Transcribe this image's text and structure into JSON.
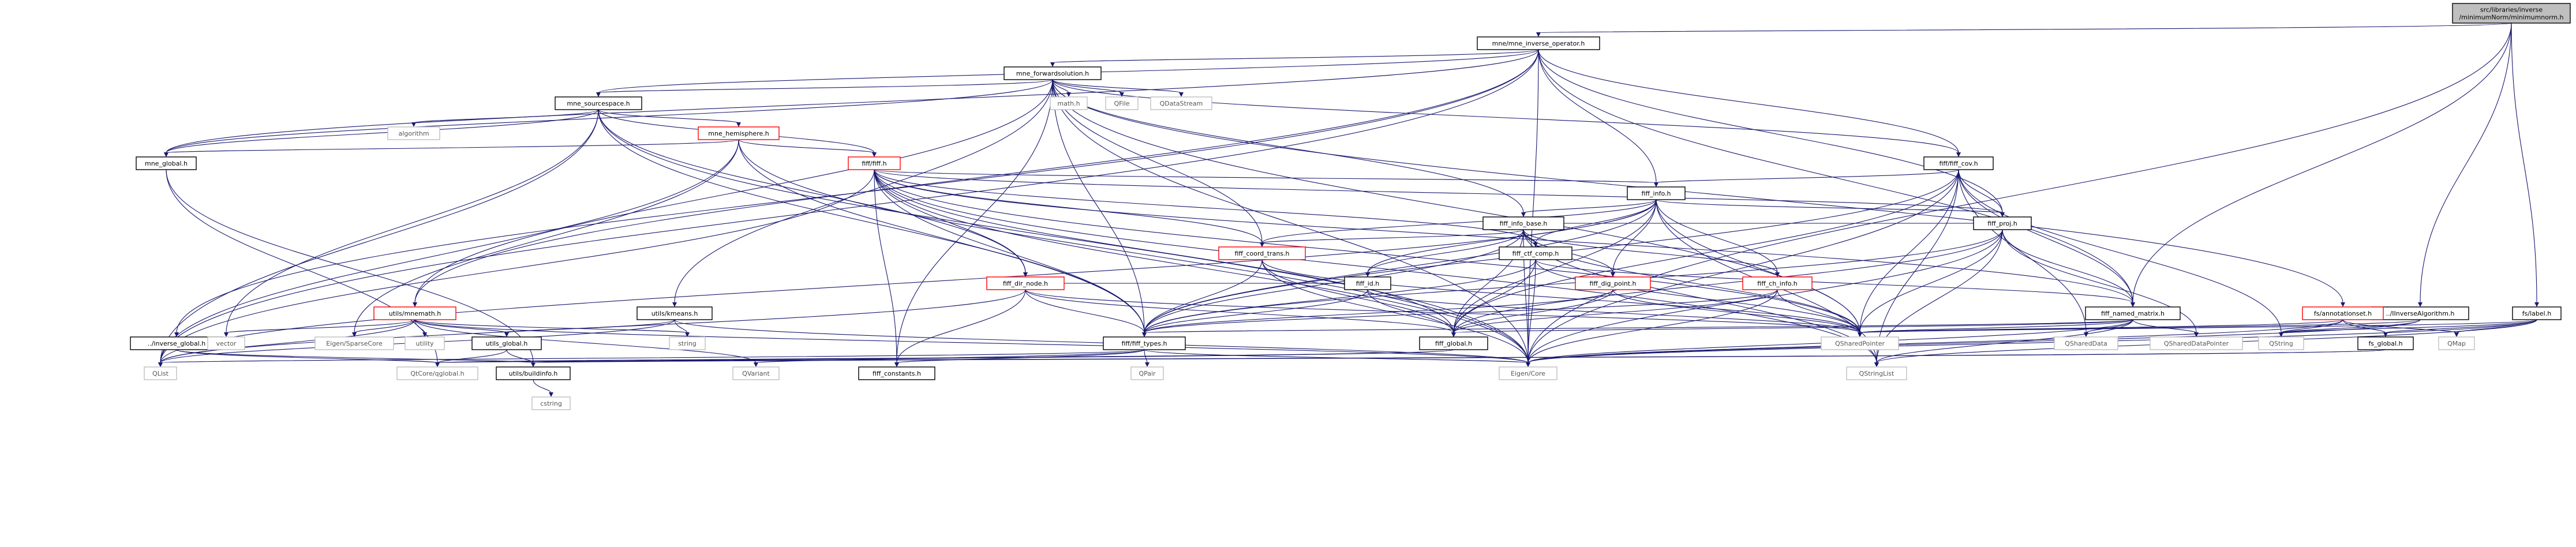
{
  "graph": {
    "colors": {
      "edge": "#191970",
      "documented_border": "#000000",
      "red_border": "#ff0000",
      "external_border": "#bfbfbf",
      "root_fill": "#bfbfbf"
    },
    "nodes": [
      {
        "id": "root",
        "label": [
          "src/libraries/inverse",
          "/minimumNorm/minimumnorm.h"
        ],
        "style": "root"
      },
      {
        "id": "mne_inverse_operator",
        "label": [
          "mne/mne_inverse_operator.h"
        ],
        "style": "doc"
      },
      {
        "id": "mne_forwardsolution",
        "label": [
          "mne_forwardsolution.h"
        ],
        "style": "doc"
      },
      {
        "id": "mne_sourcespace",
        "label": [
          "mne_sourcespace.h"
        ],
        "style": "doc"
      },
      {
        "id": "mne_hemisphere",
        "label": [
          "mne_hemisphere.h"
        ],
        "style": "red"
      },
      {
        "id": "mne_global",
        "label": [
          "mne_global.h"
        ],
        "style": "doc"
      },
      {
        "id": "fiff_cov",
        "label": [
          "fiff/fiff_cov.h"
        ],
        "style": "doc"
      },
      {
        "id": "fiff",
        "label": [
          "fiff/fiff.h"
        ],
        "style": "red"
      },
      {
        "id": "fiff_info",
        "label": [
          "fiff_info.h"
        ],
        "style": "doc"
      },
      {
        "id": "fiff_info_base",
        "label": [
          "fiff_info_base.h"
        ],
        "style": "doc"
      },
      {
        "id": "fiff_proj",
        "label": [
          "fiff_proj.h"
        ],
        "style": "doc"
      },
      {
        "id": "fiff_coord_trans",
        "label": [
          "fiff_coord_trans.h"
        ],
        "style": "red"
      },
      {
        "id": "fiff_ctf_comp",
        "label": [
          "fiff_ctf_comp.h"
        ],
        "style": "doc"
      },
      {
        "id": "fiff_dir_node",
        "label": [
          "fiff_dir_node.h"
        ],
        "style": "red"
      },
      {
        "id": "fiff_id",
        "label": [
          "fiff_id.h"
        ],
        "style": "doc"
      },
      {
        "id": "fiff_dig_point",
        "label": [
          "fiff_dig_point.h"
        ],
        "style": "red"
      },
      {
        "id": "fiff_ch_info",
        "label": [
          "fiff_ch_info.h"
        ],
        "style": "red"
      },
      {
        "id": "fiff_named_matrix",
        "label": [
          "fiff_named_matrix.h"
        ],
        "style": "doc"
      },
      {
        "id": "fiff_types",
        "label": [
          "fiff/fiff_types.h"
        ],
        "style": "doc"
      },
      {
        "id": "fiff_global",
        "label": [
          "fiff_global.h"
        ],
        "style": "doc"
      },
      {
        "id": "fiff_constants",
        "label": [
          "fiff_constants.h"
        ],
        "style": "doc"
      },
      {
        "id": "utils_mnemath",
        "label": [
          "utils/mnemath.h"
        ],
        "style": "red"
      },
      {
        "id": "utils_kmeans",
        "label": [
          "utils/kmeans.h"
        ],
        "style": "doc"
      },
      {
        "id": "utils_global",
        "label": [
          "utils_global.h"
        ],
        "style": "doc"
      },
      {
        "id": "utils_buildinfo",
        "label": [
          "utils/buildinfo.h"
        ],
        "style": "doc"
      },
      {
        "id": "inverse_global",
        "label": [
          "../inverse_global.h"
        ],
        "style": "doc"
      },
      {
        "id": "iinverse_algorithm",
        "label": [
          "../IInverseAlgorithm.h"
        ],
        "style": "doc"
      },
      {
        "id": "fs_annotationset",
        "label": [
          "fs/annotationset.h"
        ],
        "style": "red"
      },
      {
        "id": "fs_label",
        "label": [
          "fs/label.h"
        ],
        "style": "doc"
      },
      {
        "id": "fs_global",
        "label": [
          "fs_global.h"
        ],
        "style": "doc"
      },
      {
        "id": "math_h",
        "label": [
          "math.h"
        ],
        "style": "ext"
      },
      {
        "id": "qfile",
        "label": [
          "QFile"
        ],
        "style": "ext"
      },
      {
        "id": "qdatastream",
        "label": [
          "QDataStream"
        ],
        "style": "ext"
      },
      {
        "id": "algorithm",
        "label": [
          "algorithm"
        ],
        "style": "ext"
      },
      {
        "id": "vector",
        "label": [
          "vector"
        ],
        "style": "ext"
      },
      {
        "id": "eigen_sparsecore",
        "label": [
          "Eigen/SparseCore"
        ],
        "style": "ext"
      },
      {
        "id": "utility",
        "label": [
          "utility"
        ],
        "style": "ext"
      },
      {
        "id": "string",
        "label": [
          "string"
        ],
        "style": "ext"
      },
      {
        "id": "qlist",
        "label": [
          "QList"
        ],
        "style": "ext"
      },
      {
        "id": "qtcore_qglobal",
        "label": [
          "QtCore/qglobal.h"
        ],
        "style": "ext"
      },
      {
        "id": "cstring",
        "label": [
          "cstring"
        ],
        "style": "ext"
      },
      {
        "id": "qvariant",
        "label": [
          "QVariant"
        ],
        "style": "ext"
      },
      {
        "id": "qpair",
        "label": [
          "QPair"
        ],
        "style": "ext"
      },
      {
        "id": "eigen_core",
        "label": [
          "Eigen/Core"
        ],
        "style": "ext"
      },
      {
        "id": "qstringlist",
        "label": [
          "QStringList"
        ],
        "style": "ext"
      },
      {
        "id": "qsharedpointer",
        "label": [
          "QSharedPointer"
        ],
        "style": "ext"
      },
      {
        "id": "qshareddata",
        "label": [
          "QSharedData"
        ],
        "style": "ext"
      },
      {
        "id": "qshareddatapointer",
        "label": [
          "QSharedDataPointer"
        ],
        "style": "ext"
      },
      {
        "id": "qstring",
        "label": [
          "QString"
        ],
        "style": "ext"
      },
      {
        "id": "qmap",
        "label": [
          "QMap"
        ],
        "style": "ext"
      }
    ],
    "edges": [
      [
        "root",
        "mne_inverse_operator"
      ],
      [
        "root",
        "fiff_named_matrix"
      ],
      [
        "root",
        "iinverse_algorithm"
      ],
      [
        "root",
        "fs_label"
      ],
      [
        "root",
        "eigen_core"
      ],
      [
        "mne_inverse_operator",
        "mne_forwardsolution"
      ],
      [
        "mne_inverse_operator",
        "mne_sourcespace"
      ],
      [
        "mne_inverse_operator",
        "mne_global"
      ],
      [
        "mne_inverse_operator",
        "fiff_cov"
      ],
      [
        "mne_inverse_operator",
        "fiff_info"
      ],
      [
        "mne_inverse_operator",
        "fiff_proj"
      ],
      [
        "mne_inverse_operator",
        "fiff_named_matrix"
      ],
      [
        "mne_inverse_operator",
        "utils_mnemath"
      ],
      [
        "mne_inverse_operator",
        "inverse_global"
      ],
      [
        "mne_inverse_operator",
        "eigen_core"
      ],
      [
        "mne_inverse_operator",
        "qlist"
      ],
      [
        "mne_forwardsolution",
        "mne_sourcespace"
      ],
      [
        "mne_forwardsolution",
        "mne_global"
      ],
      [
        "mne_forwardsolution",
        "fiff_cov"
      ],
      [
        "mne_forwardsolution",
        "fiff_info_base"
      ],
      [
        "mne_forwardsolution",
        "fiff_coord_trans"
      ],
      [
        "mne_forwardsolution",
        "fiff_types"
      ],
      [
        "mne_forwardsolution",
        "utils_mnemath"
      ],
      [
        "mne_forwardsolution",
        "utils_kmeans"
      ],
      [
        "mne_forwardsolution",
        "fs_annotationset"
      ],
      [
        "mne_forwardsolution",
        "math_h"
      ],
      [
        "mne_forwardsolution",
        "qfile"
      ],
      [
        "mne_forwardsolution",
        "qdatastream"
      ],
      [
        "mne_forwardsolution",
        "qsharedpointer"
      ],
      [
        "mne_forwardsolution",
        "eigen_core"
      ],
      [
        "mne_forwardsolution",
        "fiff_constants"
      ],
      [
        "mne_sourcespace",
        "mne_hemisphere"
      ],
      [
        "mne_sourcespace",
        "mne_global"
      ],
      [
        "mne_sourcespace",
        "fiff"
      ],
      [
        "mne_sourcespace",
        "fiff_types"
      ],
      [
        "mne_sourcespace",
        "fiff_dir_node"
      ],
      [
        "mne_sourcespace",
        "algorithm"
      ],
      [
        "mne_sourcespace",
        "vector"
      ],
      [
        "mne_sourcespace",
        "qlist"
      ],
      [
        "mne_sourcespace",
        "eigen_core"
      ],
      [
        "mne_hemisphere",
        "mne_global"
      ],
      [
        "mne_hemisphere",
        "fiff"
      ],
      [
        "mne_hemisphere",
        "fiff_types"
      ],
      [
        "mne_hemisphere",
        "eigen_sparsecore"
      ],
      [
        "mne_hemisphere",
        "qlist"
      ],
      [
        "mne_hemisphere",
        "eigen_core"
      ],
      [
        "mne_global",
        "qtcore_qglobal"
      ],
      [
        "mne_global",
        "utils_buildinfo"
      ],
      [
        "fiff_cov",
        "fiff_info"
      ],
      [
        "fiff_cov",
        "fiff_proj"
      ],
      [
        "fiff_cov",
        "fiff_types"
      ],
      [
        "fiff_cov",
        "fiff_named_matrix"
      ],
      [
        "fiff_cov",
        "fiff_global"
      ],
      [
        "fiff_cov",
        "qsharedpointer"
      ],
      [
        "fiff_cov",
        "qshareddata"
      ],
      [
        "fiff_cov",
        "qstringlist"
      ],
      [
        "fiff_cov",
        "qstring"
      ],
      [
        "fiff_cov",
        "eigen_core"
      ],
      [
        "fiff",
        "fiff_info"
      ],
      [
        "fiff",
        "fiff_coord_trans"
      ],
      [
        "fiff",
        "fiff_ctf_comp"
      ],
      [
        "fiff",
        "fiff_dir_node"
      ],
      [
        "fiff",
        "fiff_named_matrix"
      ],
      [
        "fiff",
        "fiff_proj"
      ],
      [
        "fiff",
        "fiff_types"
      ],
      [
        "fiff",
        "fiff_global"
      ],
      [
        "fiff",
        "fiff_constants"
      ],
      [
        "fiff",
        "qlist"
      ],
      [
        "fiff",
        "eigen_core"
      ],
      [
        "fiff",
        "qstringlist"
      ],
      [
        "fiff",
        "qsharedpointer"
      ],
      [
        "fiff_info",
        "fiff_info_base"
      ],
      [
        "fiff_info",
        "fiff_types"
      ],
      [
        "fiff_info",
        "fiff_proj"
      ],
      [
        "fiff_info",
        "fiff_ctf_comp"
      ],
      [
        "fiff_info",
        "fiff_coord_trans"
      ],
      [
        "fiff_info",
        "fiff_dig_point"
      ],
      [
        "fiff_info",
        "fiff_ch_info"
      ],
      [
        "fiff_info",
        "fiff_id"
      ],
      [
        "fiff_info",
        "fiff_global"
      ],
      [
        "fiff_info",
        "qsharedpointer"
      ],
      [
        "fiff_info",
        "qlist"
      ],
      [
        "fiff_info",
        "qstringlist"
      ],
      [
        "fiff_info_base",
        "fiff_coord_trans"
      ],
      [
        "fiff_info_base",
        "fiff_ch_info"
      ],
      [
        "fiff_info_base",
        "fiff_types"
      ],
      [
        "fiff_info_base",
        "fiff_id"
      ],
      [
        "fiff_info_base",
        "fiff_dig_point"
      ],
      [
        "fiff_info_base",
        "fiff_ctf_comp"
      ],
      [
        "fiff_info_base",
        "fiff_proj"
      ],
      [
        "fiff_info_base",
        "fiff_global"
      ],
      [
        "fiff_info_base",
        "qsharedpointer"
      ],
      [
        "fiff_info_base",
        "qstringlist"
      ],
      [
        "fiff_info_base",
        "eigen_core"
      ],
      [
        "fiff_proj",
        "fiff_types"
      ],
      [
        "fiff_proj",
        "fiff_named_matrix"
      ],
      [
        "fiff_proj",
        "fiff_global"
      ],
      [
        "fiff_proj",
        "qsharedpointer"
      ],
      [
        "fiff_proj",
        "qshareddatapointer"
      ],
      [
        "fiff_proj",
        "qstringlist"
      ],
      [
        "fiff_proj",
        "eigen_core"
      ],
      [
        "fiff_coord_trans",
        "fiff_types"
      ],
      [
        "fiff_coord_trans",
        "fiff_global"
      ],
      [
        "fiff_coord_trans",
        "qsharedpointer"
      ],
      [
        "fiff_coord_trans",
        "eigen_core"
      ],
      [
        "fiff_ctf_comp",
        "fiff_named_matrix"
      ],
      [
        "fiff_ctf_comp",
        "fiff_types"
      ],
      [
        "fiff_ctf_comp",
        "fiff_global"
      ],
      [
        "fiff_ctf_comp",
        "qsharedpointer"
      ],
      [
        "fiff_ctf_comp",
        "eigen_core"
      ],
      [
        "fiff_dir_node",
        "fiff_types"
      ],
      [
        "fiff_dir_node",
        "fiff_id"
      ],
      [
        "fiff_dir_node",
        "fiff_global"
      ],
      [
        "fiff_dir_node",
        "qsharedpointer"
      ],
      [
        "fiff_dir_node",
        "qlist"
      ],
      [
        "fiff_dir_node",
        "fiff_constants"
      ],
      [
        "fiff_id",
        "fiff_types"
      ],
      [
        "fiff_id",
        "fiff_global"
      ],
      [
        "fiff_id",
        "qsharedpointer"
      ],
      [
        "fiff_dig_point",
        "fiff_types"
      ],
      [
        "fiff_dig_point",
        "fiff_global"
      ],
      [
        "fiff_dig_point",
        "qsharedpointer"
      ],
      [
        "fiff_ch_info",
        "fiff_types"
      ],
      [
        "fiff_ch_info",
        "fiff_global"
      ],
      [
        "fiff_ch_info",
        "qsharedpointer"
      ],
      [
        "fiff_ch_info",
        "eigen_core"
      ],
      [
        "fiff_named_matrix",
        "fiff_types"
      ],
      [
        "fiff_named_matrix",
        "fiff_global"
      ],
      [
        "fiff_named_matrix",
        "qshareddata"
      ],
      [
        "fiff_named_matrix",
        "qshareddatapointer"
      ],
      [
        "fiff_named_matrix",
        "qstringlist"
      ],
      [
        "fiff_named_matrix",
        "eigen_core"
      ],
      [
        "fiff_named_matrix",
        "qsharedpointer"
      ],
      [
        "fiff_types",
        "fiff_constants"
      ],
      [
        "fiff_types",
        "qlist"
      ],
      [
        "fiff_types",
        "qpair"
      ],
      [
        "fiff_types",
        "qvariant"
      ],
      [
        "fiff_types",
        "eigen_core"
      ],
      [
        "fiff_global",
        "utils_buildinfo"
      ],
      [
        "fiff_global",
        "qtcore_qglobal"
      ],
      [
        "utils_mnemath",
        "utils_global"
      ],
      [
        "utils_mnemath",
        "vector"
      ],
      [
        "utils_mnemath",
        "eigen_sparsecore"
      ],
      [
        "utils_mnemath",
        "utility"
      ],
      [
        "utils_mnemath",
        "string"
      ],
      [
        "utils_mnemath",
        "qlist"
      ],
      [
        "utils_mnemath",
        "qvariant"
      ],
      [
        "utils_mnemath",
        "eigen_core"
      ],
      [
        "utils_kmeans",
        "utils_global"
      ],
      [
        "utils_kmeans",
        "string"
      ],
      [
        "utils_kmeans",
        "qlist"
      ],
      [
        "utils_kmeans",
        "eigen_core"
      ],
      [
        "utils_global",
        "utils_buildinfo"
      ],
      [
        "utils_global",
        "qtcore_qglobal"
      ],
      [
        "utils_buildinfo",
        "cstring"
      ],
      [
        "inverse_global",
        "utils_buildinfo"
      ],
      [
        "inverse_global",
        "qtcore_qglobal"
      ],
      [
        "iinverse_algorithm",
        "qsharedpointer"
      ],
      [
        "iinverse_algorithm",
        "eigen_core"
      ],
      [
        "iinverse_algorithm",
        "qstring"
      ],
      [
        "fs_annotationset",
        "fs_global"
      ],
      [
        "fs_annotationset",
        "qstring"
      ],
      [
        "fs_annotationset",
        "qmap"
      ],
      [
        "fs_annotationset",
        "qsharedpointer"
      ],
      [
        "fs_annotationset",
        "eigen_core"
      ],
      [
        "fs_label",
        "fs_global"
      ],
      [
        "fs_label",
        "qstring"
      ],
      [
        "fs_label",
        "qstringlist"
      ],
      [
        "fs_label",
        "qmap"
      ],
      [
        "fs_label",
        "qsharedpointer"
      ],
      [
        "fs_label",
        "eigen_core"
      ],
      [
        "fs_global",
        "utils_buildinfo"
      ],
      [
        "fs_global",
        "qtcore_qglobal"
      ]
    ]
  }
}
